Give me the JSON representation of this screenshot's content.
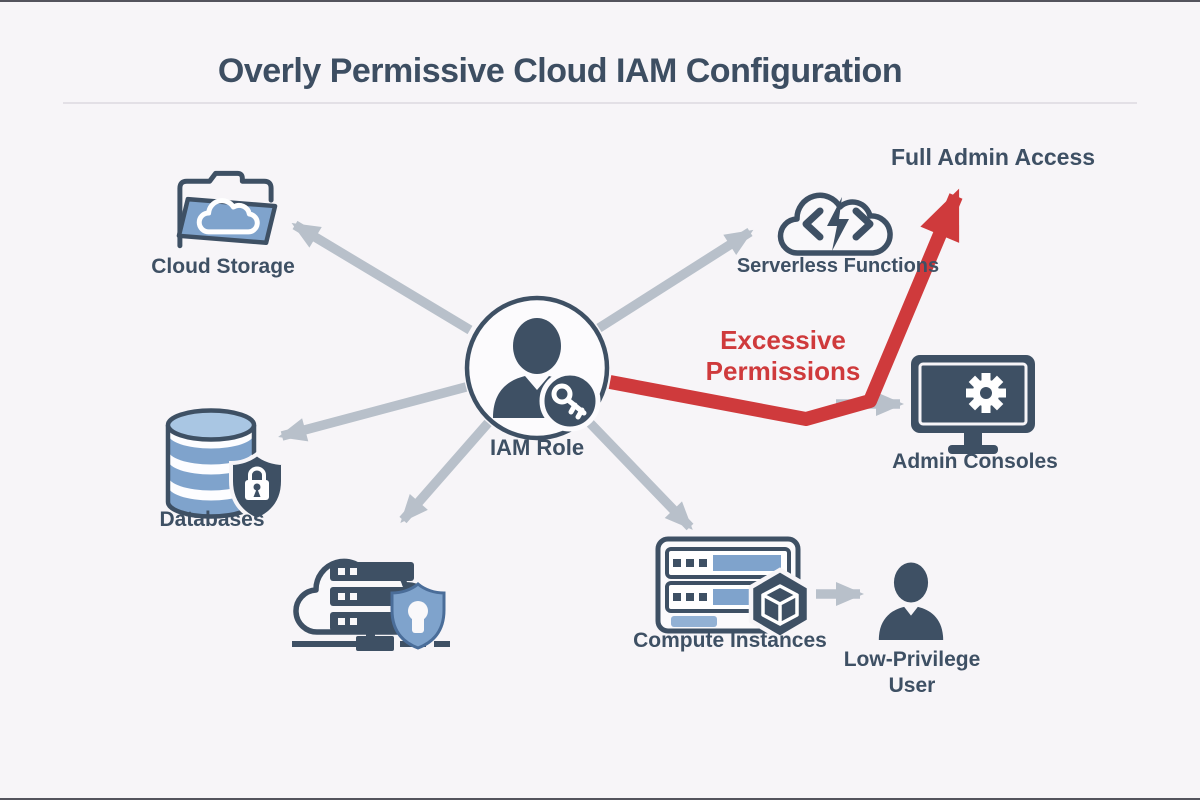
{
  "title": "Overly Permissive Cloud IAM Configuration",
  "center": {
    "label": "IAM Role",
    "icon": "user-with-key-badge"
  },
  "nodes": {
    "cloud_storage": {
      "label": "Cloud Storage",
      "icon": "folder-cloud"
    },
    "serverless_functions": {
      "label": "Serverless Functions",
      "icon": "cloud-code-bolt"
    },
    "admin_consoles": {
      "label": "Admin Consoles",
      "icon": "monitor-gear"
    },
    "databases": {
      "label": "Databases",
      "icon": "database-shield-lock"
    },
    "protected_cloud_servers": {
      "label": "",
      "icon": "cloud-server-shield"
    },
    "compute_instances": {
      "label": "Compute Instances",
      "icon": "server-hexagon-cube"
    },
    "low_privilege_user": {
      "label": "Low-Privilege User",
      "icon": "person-silhouette"
    }
  },
  "annotations": {
    "excessive_permissions": "Excessive Permissions",
    "full_admin_access": "Full Admin Access"
  },
  "colors": {
    "background": "#f7f5f8",
    "slate": "#3e5064",
    "blue": "#7fa3cc",
    "light_blue": "#a9c6e3",
    "arrow_gray": "#b8c0ca",
    "danger_red": "#cf3a3c"
  }
}
